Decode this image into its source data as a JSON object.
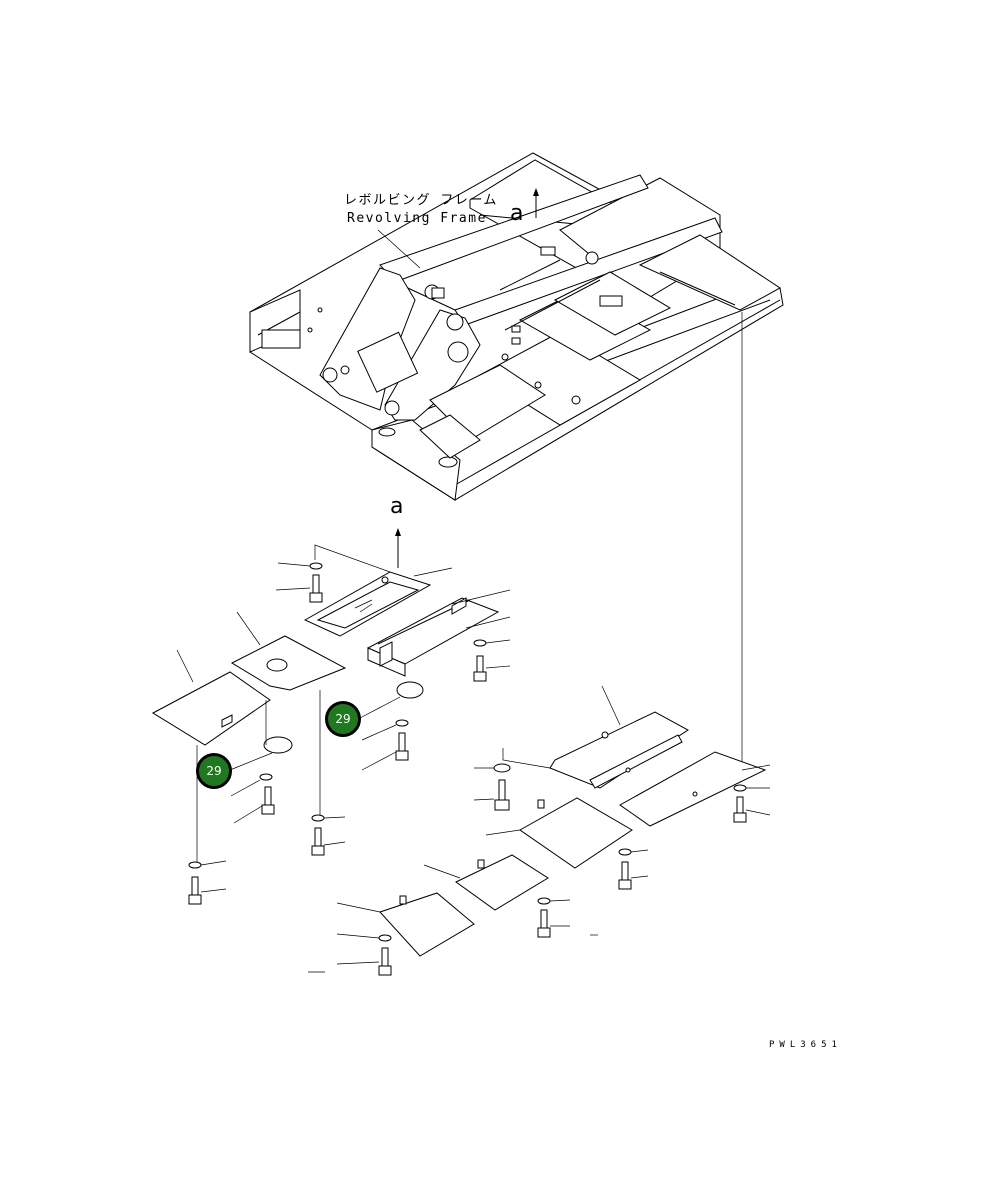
{
  "frame_label": {
    "jp": "レボルビング フレーム",
    "en": "Revolving Frame"
  },
  "view_marks": [
    "a",
    "a"
  ],
  "callouts": [
    {
      "number": "29",
      "color": "#1f7a1f"
    },
    {
      "number": "29",
      "color": "#1f7a1f"
    }
  ],
  "drawing_code": "PWL3651"
}
